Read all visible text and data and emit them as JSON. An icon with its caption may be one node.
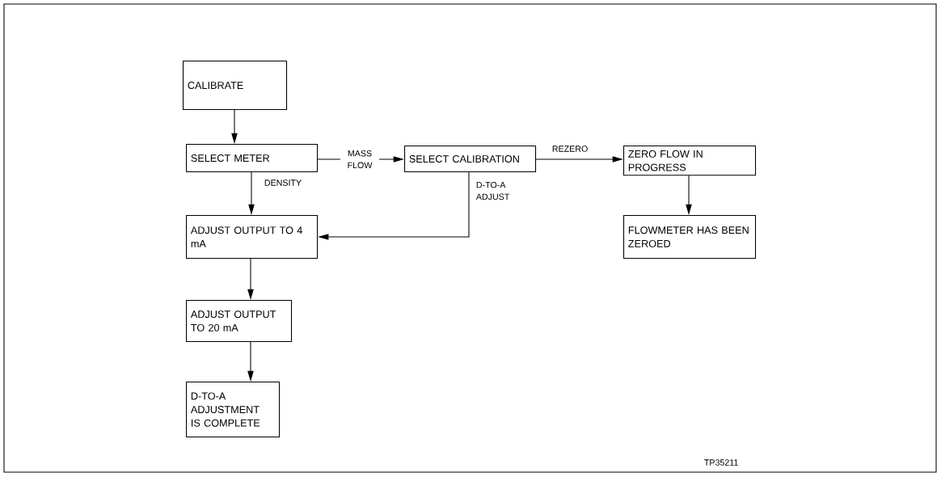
{
  "diagram": {
    "nodes": [
      {
        "text": [
          "CALIBRATE"
        ]
      },
      {
        "text": [
          "SELECT METER"
        ]
      },
      {
        "text": [
          "SELECT CALIBRATION"
        ]
      },
      {
        "text": [
          "ZERO FLOW IN PROGRESS"
        ]
      },
      {
        "text": [
          "ADJUST OUTPUT TO 4 mA"
        ]
      },
      {
        "text": [
          "FLOWMETER HAS BEEN ZEROED"
        ]
      },
      {
        "text": [
          "ADJUST OUTPUT TO 20 mA"
        ]
      },
      {
        "text": [
          "D-TO-A ADJUSTMENT IS COMPLETE"
        ]
      }
    ],
    "edges": [
      {
        "from": 0,
        "to": 1,
        "arrow": "to"
      },
      {
        "from": 1,
        "to": 2,
        "arrow": "to",
        "label": "MASS FLOW"
      },
      {
        "from": 1,
        "to": 4,
        "arrow": "to",
        "label": "DENSITY"
      },
      {
        "from": 2,
        "to": 3,
        "arrow": "to",
        "label": "REZERO"
      },
      {
        "from": 2,
        "to": 4,
        "arrow": "to",
        "label": "D-TO-A ADJUST"
      },
      {
        "from": 3,
        "to": 5,
        "arrow": "to"
      },
      {
        "from": 4,
        "to": 6,
        "arrow": "to"
      },
      {
        "from": 6,
        "to": 7,
        "arrow": "to"
      }
    ],
    "labels": [
      "TP35211"
    ]
  }
}
